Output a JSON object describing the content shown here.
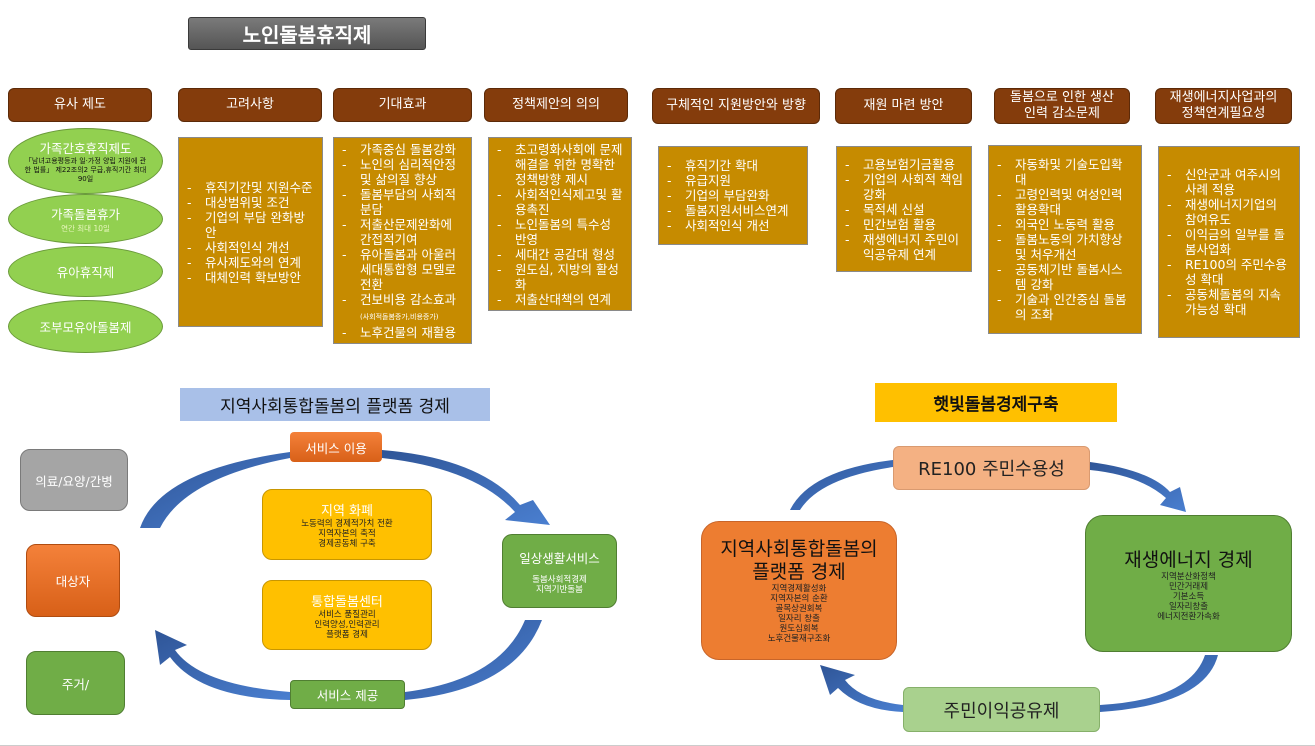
{
  "title": "노인돌봄휴직제",
  "headers": [
    "유사 제도",
    "고려사항",
    "기대효과",
    "정책제안의 의의",
    "구체적인 지원방안와 방향",
    "재원 마련 방안",
    "돌봄으로 인한 생산 인력 감소문제",
    "재생에너지사업과의 정책연계필요성"
  ],
  "similar": [
    {
      "name": "가족간호휴직제도",
      "detail": "「남녀고용평등과 일·가정 양립 지원에 관한 법률」 제22조의2 무급,휴직기간 최대 90일"
    },
    {
      "name": "가족돌봄휴가",
      "detail": "연간 최대 10일"
    },
    {
      "name": "유아휴직제",
      "detail": ""
    },
    {
      "name": "조부모유아돌봄제",
      "detail": ""
    }
  ],
  "considerations": [
    "휴직기간및 지원수준",
    "대상범위및 조건",
    "기업의 부담 완화방안",
    "사회적인식 개선",
    "유사제도와의 연계",
    "대체인력 확보방안"
  ],
  "effects": [
    "가족중심 돌봄강화",
    "노인의 심리적안정 및 삶의질 향상",
    "돌봄부담의 사회적 분담",
    "저출산문제완화에 간접적기여",
    "유아돌봄과 아울러 세대통합형 모델로 전환",
    "건보비용 감소효과",
    "노후건물의 재활용"
  ],
  "effects_note": "(사회적돌봄증가,비용증가)",
  "significance": [
    "초고령화사회에 문제 해결을 위한 명확한 정책방향 제시",
    "사회적인식제고및 활용촉진",
    "노인돌봄의 특수성 반영",
    "세대간 공감대 형성",
    "원도심, 지방의 활성화",
    "저출산대책의 연계"
  ],
  "support": [
    "휴직기간 확대",
    "유급지원",
    "기업의 부담완화",
    "돌봄지원서비스연계",
    "사회적인식 개선"
  ],
  "funding": [
    "고용보험기금활용",
    "기업의 사회적 책임강화",
    "목적세 신설",
    "민간보험 활용",
    "재생에너지 주민이익공유제 연계"
  ],
  "labor": [
    "자동화및 기술도입확대",
    "고령인력및 여성인력 활용확대",
    "외국인 노동력 활용",
    "돌봄노동의 가치향상 및 처우개선",
    "공동체기반 돌봄시스템 강화",
    "기술과 인간중심 돌봄의 조화"
  ],
  "renewable": [
    "신안군과 여주시의 사례 적용",
    "재생에너지기업의 참여유도",
    "이익금의 일부를 돌봄사업화",
    "RE100의 주민수용성 확대",
    "공동체돌봄의 지속 가능성 확대"
  ],
  "platform": {
    "title": "지역사회통합돌봄의 플랫폼 경제",
    "left": [
      "의료/요양/간병",
      "대상자",
      "주거/"
    ],
    "use": "서비스 이용",
    "provide": "서비스 제공",
    "currency": {
      "title": "지역 화폐",
      "lines": [
        "노동력의 경제적가치 전환",
        "지역자본의 축적",
        "경제공동체 구축"
      ]
    },
    "center": {
      "title": "통합돌봄센터",
      "lines": [
        "서비스 품질관리",
        "인력양성,인력관리",
        "플랫폼 경제"
      ]
    },
    "daily": {
      "title": "일상생활서비스",
      "lines": [
        "돌봄사회적경제",
        "지역기반돌봄"
      ]
    }
  },
  "sunlight": {
    "title": "햇빛돌봄경제구축",
    "re100": "RE100 주민수용성",
    "share": "주민이익공유제",
    "platform": {
      "title": "지역사회통합돌봄의 플랫폼 경제",
      "lines": [
        "지역경제활성화",
        "지역자본의 순환",
        "골목상권회복",
        "일자리 창출",
        "원도심회복",
        "노후건물재구조화"
      ]
    },
    "energy": {
      "title": "재생에너지 경제",
      "lines": [
        "지역분산화정책",
        "민간거래제",
        "기본소득",
        "일자리창출",
        "에너지전환가속화"
      ]
    }
  }
}
